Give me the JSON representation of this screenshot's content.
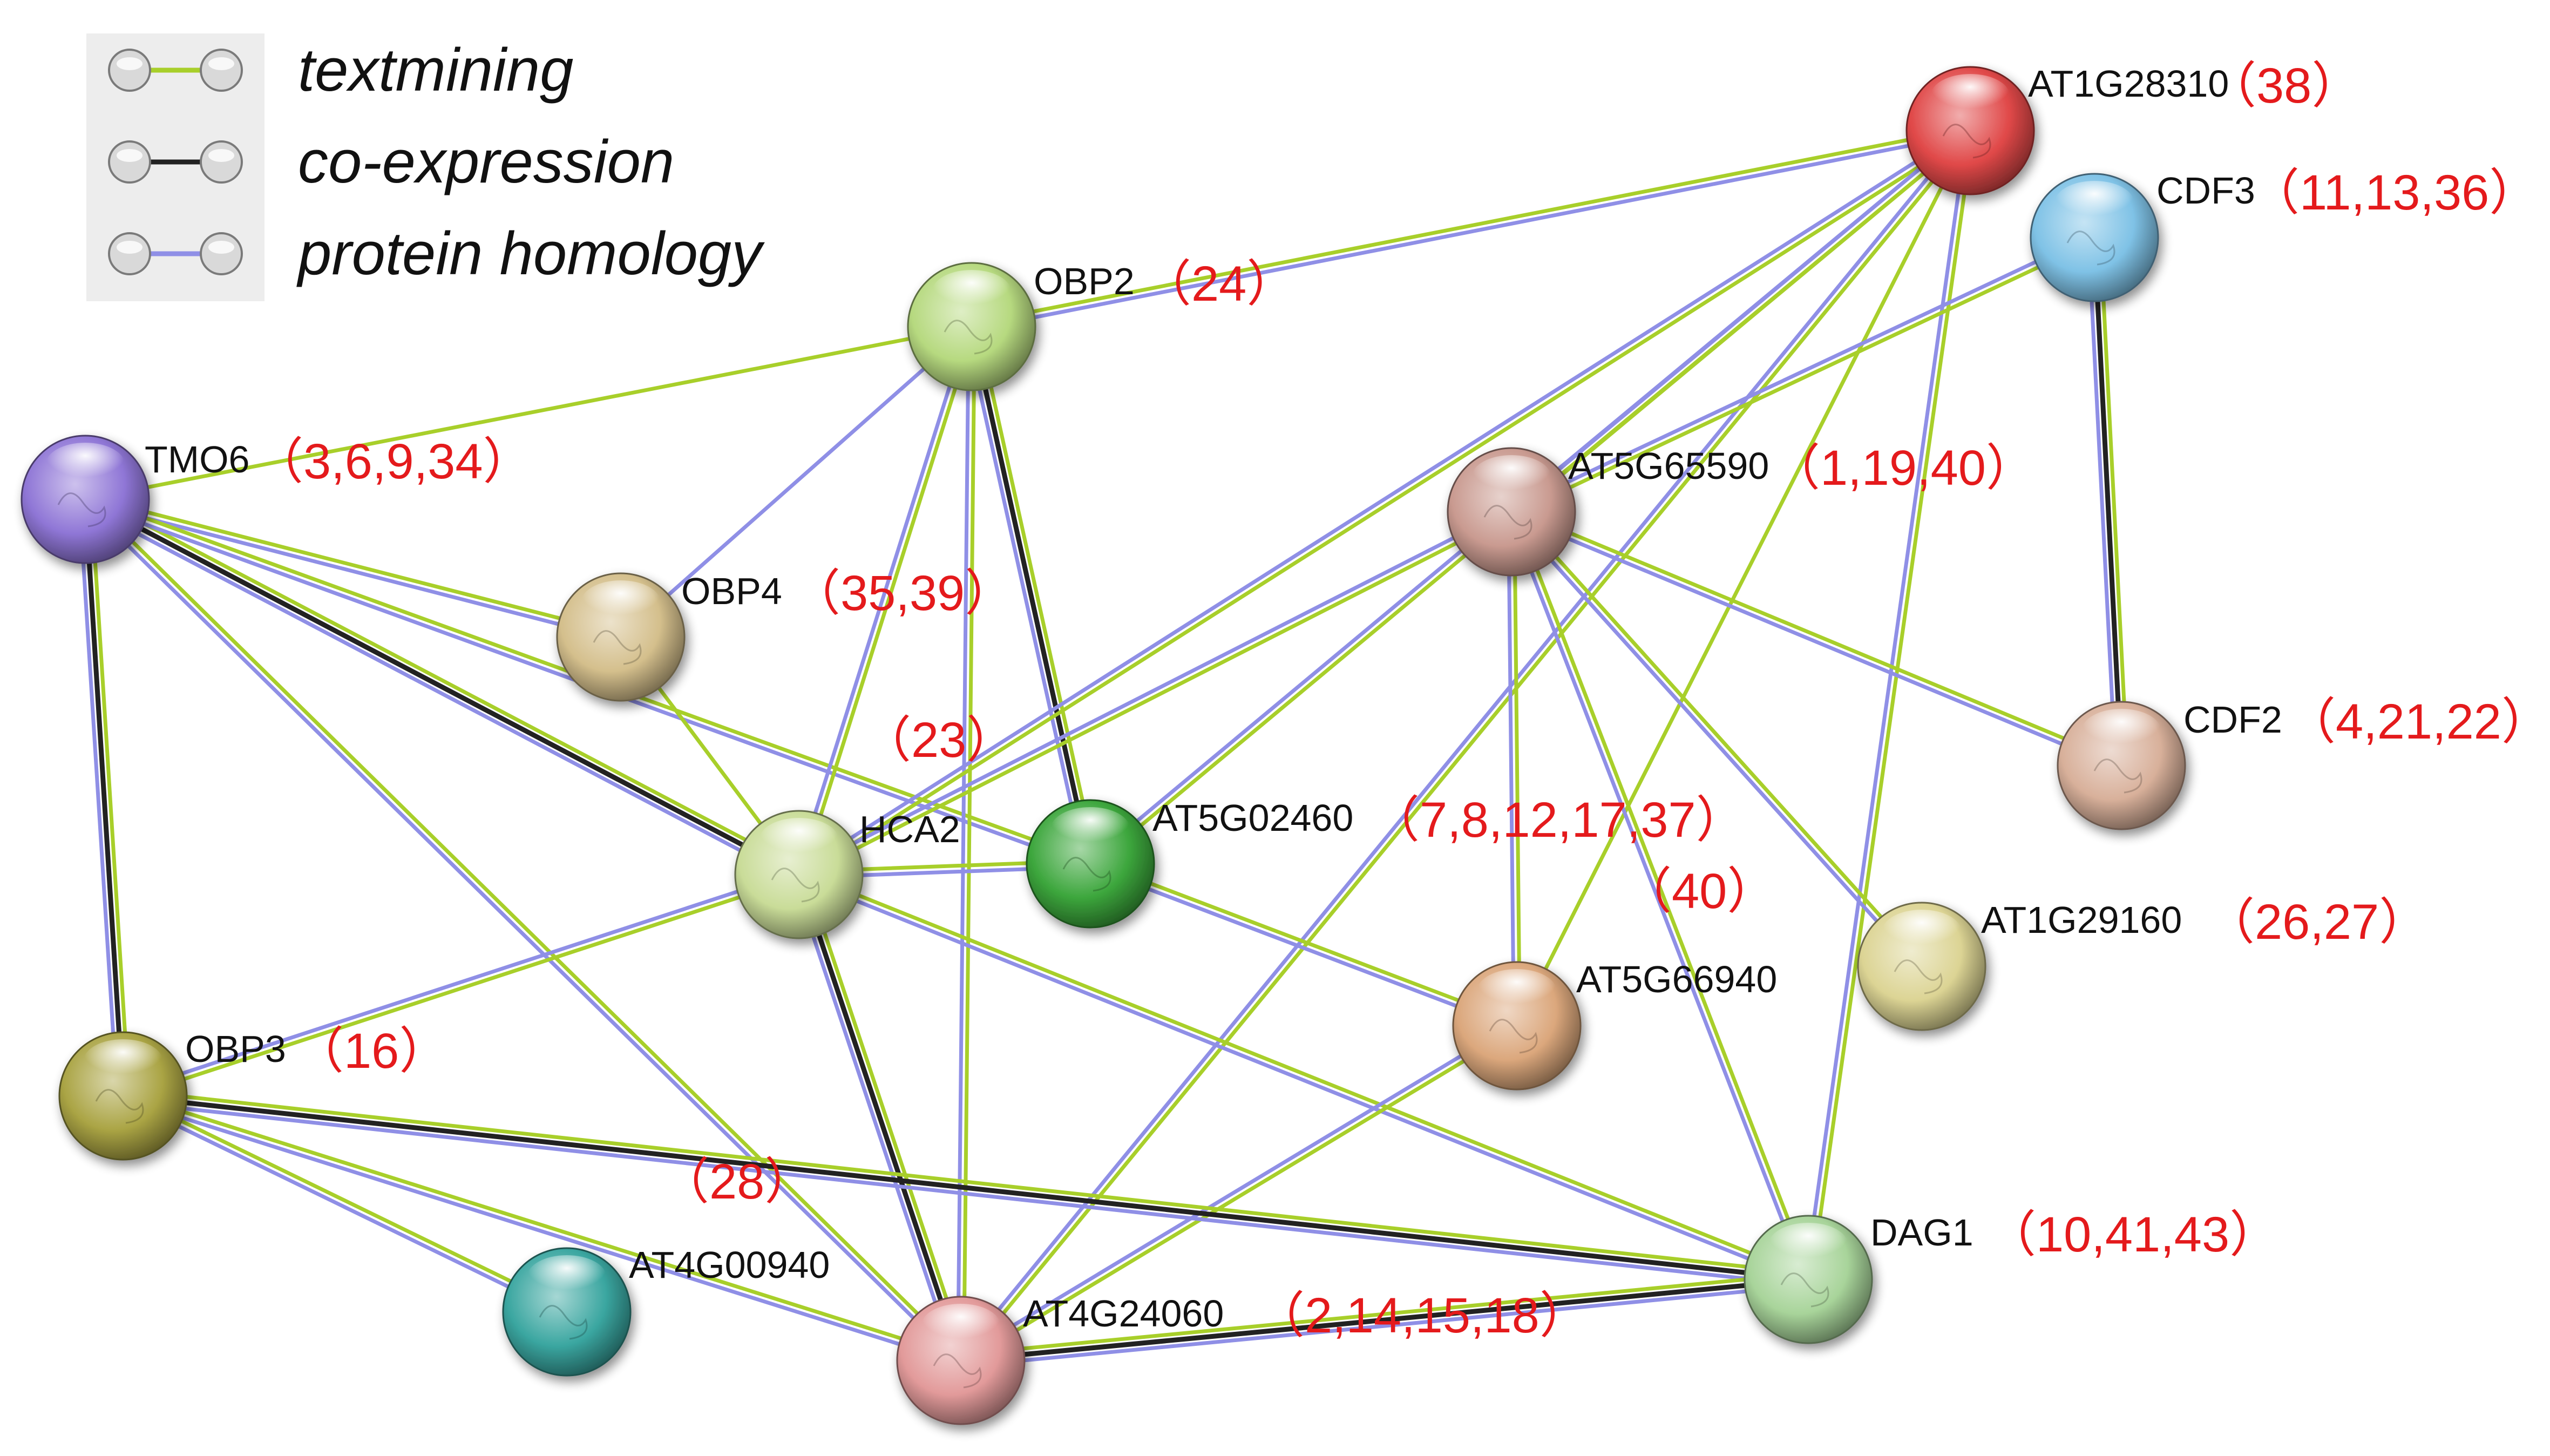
{
  "legend": [
    {
      "key": "textmining",
      "label": "textmining",
      "color": "#a8cf2a"
    },
    {
      "key": "coexpression",
      "label": "co-expression",
      "color": "#222222"
    },
    {
      "key": "homology",
      "label": "protein homology",
      "color": "#8f8fe6"
    }
  ],
  "nodes": [
    {
      "id": "AT1G28310",
      "name": "AT1G28310",
      "refs": "（38）",
      "color": "#e04848"
    },
    {
      "id": "CDF3",
      "name": "CDF3",
      "refs": "（11,13,36）",
      "color": "#7fc2e6"
    },
    {
      "id": "OBP2",
      "name": "OBP2",
      "refs": "（24）",
      "color": "#b6d97f"
    },
    {
      "id": "TMO6",
      "name": "TMO6",
      "refs": "（3,6,9,34）",
      "color": "#8f76d6"
    },
    {
      "id": "AT5G65590",
      "name": "AT5G65590",
      "refs": "（1,19,40）",
      "color": "#c99a90"
    },
    {
      "id": "OBP4",
      "name": "OBP4",
      "refs": "（35,39）",
      "color": "#d4bf8c"
    },
    {
      "id": "HCA2",
      "name": "HCA2",
      "refs": "",
      "color": "#c9dc98"
    },
    {
      "id": "AT5G02460",
      "name": "AT5G02460",
      "refs": "（7,8,12,17,37）",
      "color": "#3ca63c"
    },
    {
      "id": "CDF2",
      "name": "CDF2",
      "refs": "（4,21,22）",
      "color": "#d8b09a"
    },
    {
      "id": "AT1G29160",
      "name": "AT1G29160",
      "refs": "（26,27）",
      "color": "#dcd494"
    },
    {
      "id": "AT5G66940",
      "name": "AT5G66940",
      "refs": "",
      "color": "#dba77c"
    },
    {
      "id": "OBP3",
      "name": "OBP3",
      "refs": "（16）",
      "color": "#aaa444"
    },
    {
      "id": "DAG1",
      "name": "DAG1",
      "refs": "（10,41,43）",
      "color": "#a8d49a"
    },
    {
      "id": "AT4G00940",
      "name": "AT4G00940",
      "refs": "",
      "color": "#3aa6a0"
    },
    {
      "id": "AT4G24060",
      "name": "AT4G24060",
      "refs": "（2,14,15,18）",
      "color": "#e29a9a"
    }
  ],
  "floating_labels": [
    {
      "id": "lbl-23",
      "text": "（23）"
    },
    {
      "id": "lbl-40",
      "text": "（40）"
    },
    {
      "id": "lbl-28",
      "text": "（28）"
    }
  ],
  "edges": [
    {
      "a": "TMO6",
      "b": "OBP2",
      "types": [
        "textmining"
      ]
    },
    {
      "a": "TMO6",
      "b": "OBP4",
      "types": [
        "textmining",
        "homology"
      ]
    },
    {
      "a": "TMO6",
      "b": "HCA2",
      "types": [
        "textmining",
        "coexpression",
        "homology"
      ]
    },
    {
      "a": "TMO6",
      "b": "AT5G02460",
      "types": [
        "textmining",
        "homology"
      ]
    },
    {
      "a": "TMO6",
      "b": "OBP3",
      "types": [
        "textmining",
        "coexpression",
        "homology"
      ]
    },
    {
      "a": "TMO6",
      "b": "AT4G24060",
      "types": [
        "textmining",
        "homology"
      ]
    },
    {
      "a": "OBP2",
      "b": "AT1G28310",
      "types": [
        "textmining",
        "homology"
      ]
    },
    {
      "a": "OBP2",
      "b": "OBP4",
      "types": [
        "homology"
      ]
    },
    {
      "a": "OBP2",
      "b": "HCA2",
      "types": [
        "textmining",
        "homology"
      ]
    },
    {
      "a": "OBP2",
      "b": "AT5G02460",
      "types": [
        "textmining",
        "coexpression",
        "homology"
      ]
    },
    {
      "a": "OBP2",
      "b": "AT4G24060",
      "types": [
        "textmining",
        "homology"
      ]
    },
    {
      "a": "OBP4",
      "b": "HCA2",
      "types": [
        "textmining"
      ]
    },
    {
      "a": "AT1G28310",
      "b": "HCA2",
      "types": [
        "textmining",
        "homology"
      ]
    },
    {
      "a": "AT1G28310",
      "b": "AT5G02460",
      "types": [
        "textmining",
        "homology"
      ]
    },
    {
      "a": "AT1G28310",
      "b": "AT5G65590",
      "types": [
        "textmining",
        "homology"
      ]
    },
    {
      "a": "AT1G28310",
      "b": "AT5G66940",
      "types": [
        "textmining"
      ]
    },
    {
      "a": "AT1G28310",
      "b": "DAG1",
      "types": [
        "textmining",
        "homology"
      ]
    },
    {
      "a": "AT1G28310",
      "b": "AT4G24060",
      "types": [
        "textmining",
        "homology"
      ]
    },
    {
      "a": "CDF3",
      "b": "CDF2",
      "types": [
        "textmining",
        "coexpression",
        "homology"
      ]
    },
    {
      "a": "CDF3",
      "b": "AT5G65590",
      "types": [
        "textmining",
        "homology"
      ]
    },
    {
      "a": "AT5G65590",
      "b": "HCA2",
      "types": [
        "textmining",
        "homology"
      ]
    },
    {
      "a": "AT5G65590",
      "b": "CDF2",
      "types": [
        "textmining",
        "homology"
      ]
    },
    {
      "a": "AT5G65590",
      "b": "AT1G29160",
      "types": [
        "textmining",
        "homology"
      ]
    },
    {
      "a": "AT5G65590",
      "b": "AT5G66940",
      "types": [
        "textmining",
        "homology"
      ]
    },
    {
      "a": "AT5G65590",
      "b": "DAG1",
      "types": [
        "textmining",
        "homology"
      ]
    },
    {
      "a": "HCA2",
      "b": "AT5G02460",
      "types": [
        "textmining",
        "homology"
      ]
    },
    {
      "a": "HCA2",
      "b": "OBP3",
      "types": [
        "textmining",
        "homology"
      ]
    },
    {
      "a": "HCA2",
      "b": "AT4G24060",
      "types": [
        "textmining",
        "coexpression",
        "homology"
      ]
    },
    {
      "a": "HCA2",
      "b": "DAG1",
      "types": [
        "textmining",
        "homology"
      ]
    },
    {
      "a": "AT5G02460",
      "b": "AT5G66940",
      "types": [
        "textmining",
        "homology"
      ]
    },
    {
      "a": "AT5G66940",
      "b": "AT4G24060",
      "types": [
        "textmining",
        "homology"
      ]
    },
    {
      "a": "OBP3",
      "b": "AT4G00940",
      "types": [
        "textmining",
        "homology"
      ]
    },
    {
      "a": "OBP3",
      "b": "DAG1",
      "types": [
        "textmining",
        "coexpression",
        "homology"
      ]
    },
    {
      "a": "OBP3",
      "b": "AT4G24060",
      "types": [
        "textmining",
        "homology"
      ]
    },
    {
      "a": "AT4G24060",
      "b": "DAG1",
      "types": [
        "textmining",
        "coexpression",
        "homology"
      ]
    }
  ]
}
